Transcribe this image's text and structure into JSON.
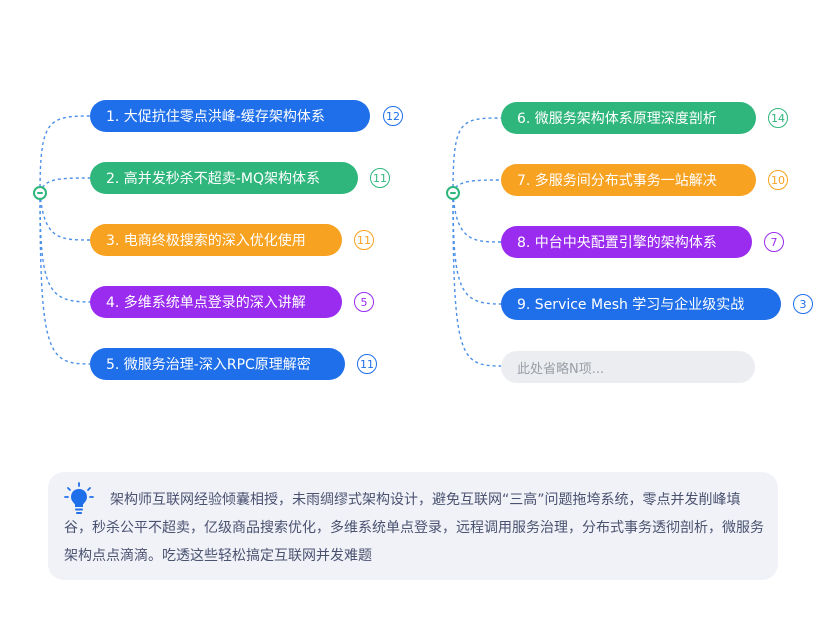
{
  "left_branch": [
    {
      "label": "1. 大促抗住零点洪峰-缓存架构体系",
      "count": "12",
      "color": "#1f6fea"
    },
    {
      "label": "2. 高并发秒杀不超卖-MQ架构体系",
      "count": "11",
      "color": "#2fb67c"
    },
    {
      "label": "3. 电商终极搜索的深入优化使用",
      "count": "11",
      "color": "#f7a221"
    },
    {
      "label": "4. 多维系统单点登录的深入讲解",
      "count": "5",
      "color": "#9a2cf0"
    },
    {
      "label": "5. 微服务治理-深入RPC原理解密",
      "count": "11",
      "color": "#1f6fea"
    }
  ],
  "right_branch": [
    {
      "label": "6. 微服务架构体系原理深度剖析",
      "count": "14",
      "color": "#2fb67c"
    },
    {
      "label": "7. 多服务间分布式事务一站解决",
      "count": "10",
      "color": "#f7a221"
    },
    {
      "label": "8. 中台中央配置引擎的架构体系",
      "count": "7",
      "color": "#9a2cf0"
    },
    {
      "label": "9. Service Mesh 学习与企业级实战",
      "count": "3",
      "color": "#1f6fea"
    }
  ],
  "placeholder_label": "此处省略N项...",
  "note": {
    "icon": "lightbulb-icon",
    "text": "架构师互联网经验倾囊相授，未雨绸缪式架构设计，避免互联网“三高”问题拖垮系统，零点并发削峰填谷，秒杀公平不超卖，亿级商品搜索优化，多维系统单点登录，远程调用服务治理，分布式事务透彻剖析，微服务架构点点滴滴。吃透这些轻松搞定互联网并发难题"
  }
}
